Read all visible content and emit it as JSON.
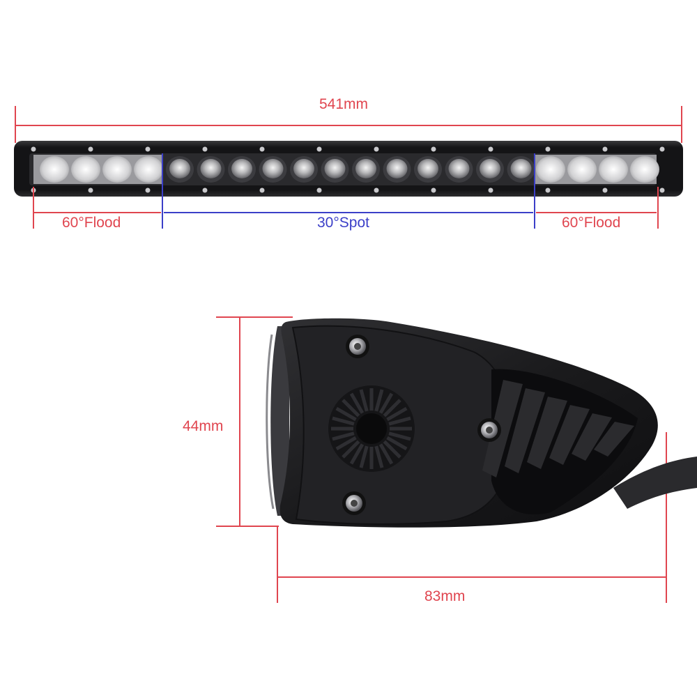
{
  "dimensions": {
    "overall_length": "541mm",
    "flood_left": "60°Flood",
    "spot": "30°Spot",
    "flood_right": "60°Flood",
    "height": "44mm",
    "depth": "83mm"
  },
  "colors": {
    "dimension_red": "#e0454f",
    "dimension_blue": "#3b3fc8",
    "housing": "#1b1b1d"
  },
  "led_bar": {
    "flood_lens_count_each_side": 4,
    "spot_lens_count": 12
  }
}
